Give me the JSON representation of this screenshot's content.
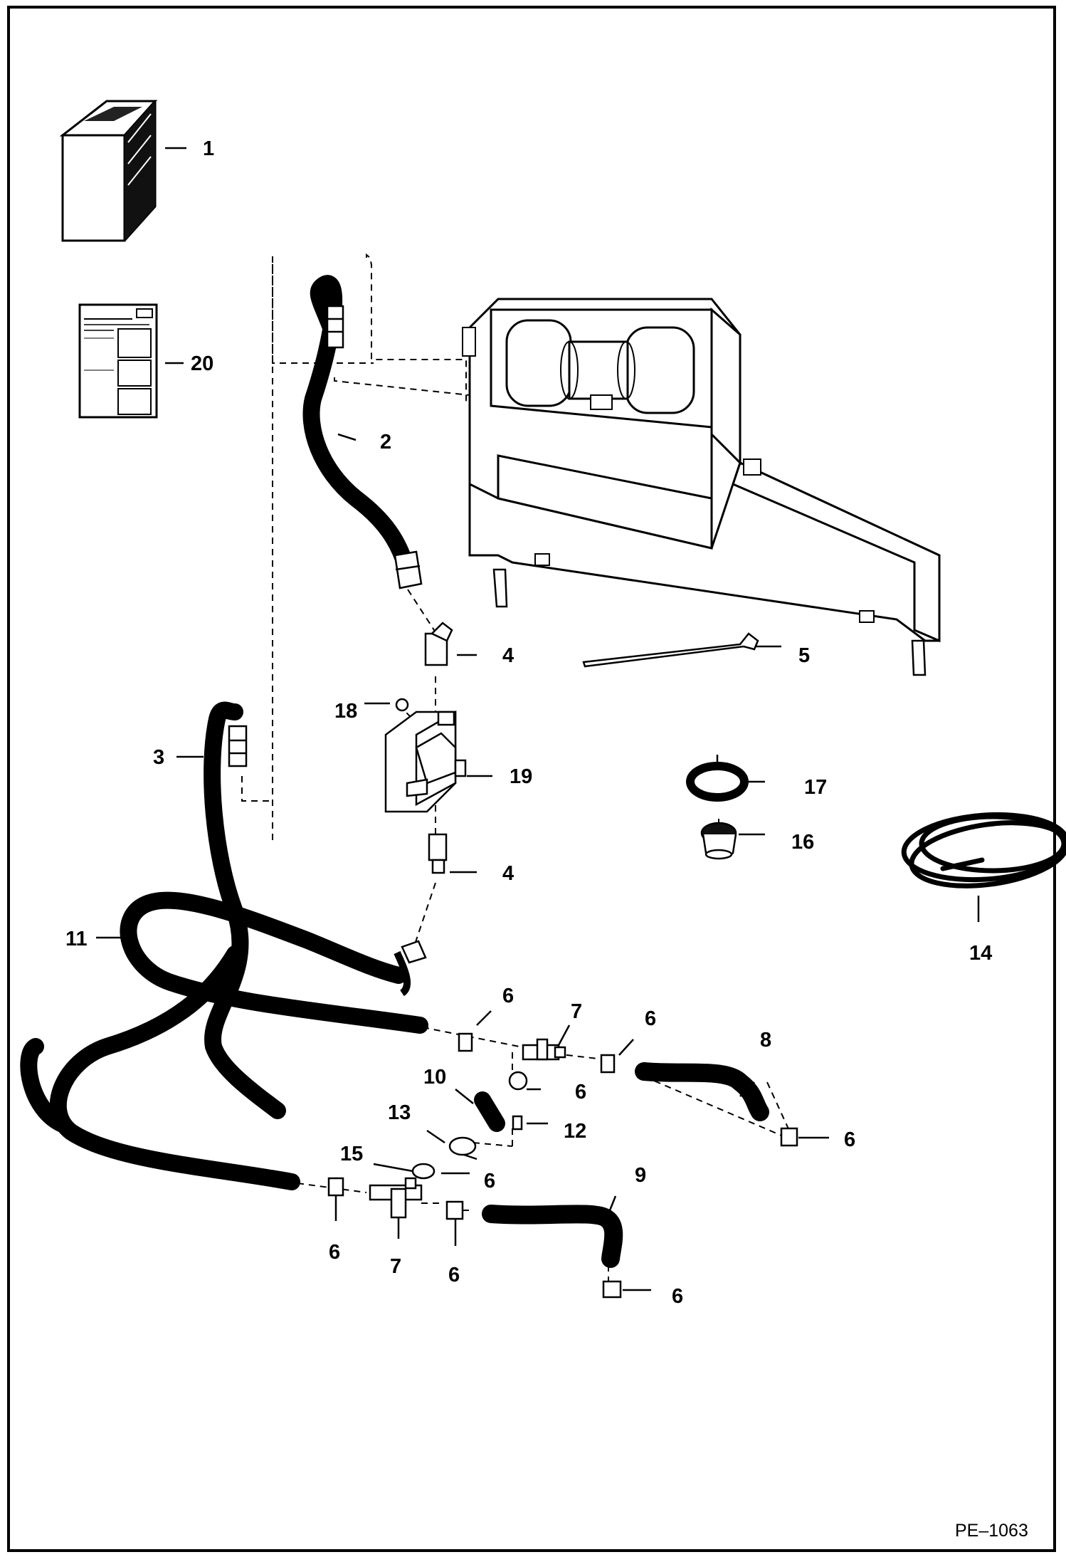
{
  "callouts": [
    {
      "id": "c1",
      "text": "1"
    },
    {
      "id": "c20",
      "text": "20"
    },
    {
      "id": "c2",
      "text": "2"
    },
    {
      "id": "c4a",
      "text": "4"
    },
    {
      "id": "c5",
      "text": "5"
    },
    {
      "id": "c18",
      "text": "18"
    },
    {
      "id": "c3",
      "text": "3"
    },
    {
      "id": "c19",
      "text": "19"
    },
    {
      "id": "c17",
      "text": "17"
    },
    {
      "id": "c16",
      "text": "16"
    },
    {
      "id": "c4b",
      "text": "4"
    },
    {
      "id": "c14",
      "text": "14"
    },
    {
      "id": "c11",
      "text": "11"
    },
    {
      "id": "c6a",
      "text": "6"
    },
    {
      "id": "c7a",
      "text": "7"
    },
    {
      "id": "c6b",
      "text": "6"
    },
    {
      "id": "c8",
      "text": "8"
    },
    {
      "id": "c10",
      "text": "10"
    },
    {
      "id": "c6c",
      "text": "6"
    },
    {
      "id": "c13",
      "text": "13"
    },
    {
      "id": "c12",
      "text": "12"
    },
    {
      "id": "c6d",
      "text": "6"
    },
    {
      "id": "c15",
      "text": "15"
    },
    {
      "id": "c6e",
      "text": "6"
    },
    {
      "id": "c9",
      "text": "9"
    },
    {
      "id": "c6f",
      "text": "6"
    },
    {
      "id": "c7b",
      "text": "7"
    },
    {
      "id": "c6g",
      "text": "6"
    },
    {
      "id": "c6h",
      "text": "6"
    }
  ],
  "drawing_code": "PE–1063"
}
